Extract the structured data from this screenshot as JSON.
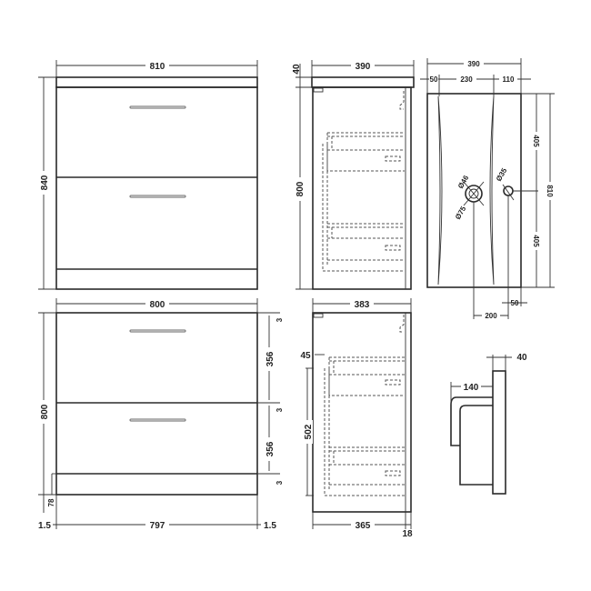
{
  "views": {
    "front_840": {
      "width": "810",
      "height": "840"
    },
    "side_840": {
      "width": "390",
      "top": "40",
      "height": "800"
    },
    "top_view": {
      "width": "390",
      "left": "50",
      "middle": "230",
      "right": "110",
      "upper": "405",
      "lower": "405",
      "length": "810",
      "waste_outer": "Ø46",
      "waste_inner": "Ø75",
      "tap": "Ø35",
      "tap_offset": "50",
      "waste_offset": "200"
    },
    "front_800": {
      "width": "800",
      "height": "800",
      "gap_top": "3",
      "drawer_top": "356",
      "gap_mid": "3",
      "drawer_bottom": "356",
      "gap_bottom": "3",
      "plinth": "78",
      "side_left": "1.5",
      "inner_width": "797",
      "side_right": "1.5"
    },
    "side_800": {
      "width": "383",
      "offset": "45",
      "drawer_span": "502",
      "depth": "365",
      "door": "18"
    },
    "basin_profile": {
      "thickness": "40",
      "depth": "140"
    }
  },
  "colors": {
    "line": "#2a2a2a",
    "background": "#ffffff"
  }
}
